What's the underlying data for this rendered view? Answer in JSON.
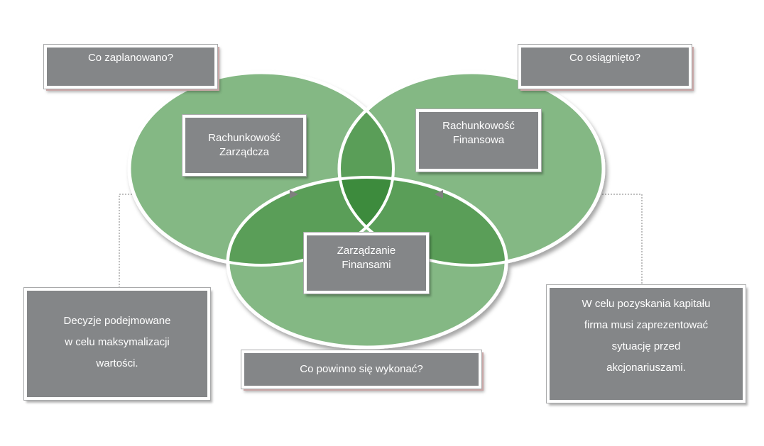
{
  "diagram": {
    "circles": {
      "management_accounting": {
        "label_line1": "Rachunkowość",
        "label_line2": "Zarządcza"
      },
      "financial_accounting": {
        "label_line1": "Rachunkowość",
        "label_line2": "Finansowa"
      },
      "financial_management": {
        "label_line1": "Zarządzanie",
        "label_line2": "Finansami"
      }
    },
    "questions": {
      "planned": "Co zaplanowano?",
      "achieved": "Co osiągnięto?",
      "to_do": "Co powinno się wykonać?"
    },
    "notes": {
      "left": {
        "line1": "Decyzje podejmowane",
        "line2": "w celu maksymalizacji",
        "line3": "wartości."
      },
      "right": {
        "line1": "W celu pozyskania kapitału",
        "line2": "firma musi zaprezentować",
        "line3": "sytuację przed",
        "line4": "akcjonariuszami."
      }
    },
    "colors": {
      "circle_fill": "#84b884",
      "overlap_fill": "#5a9e58",
      "center_fill": "#3d8b3d",
      "box_fill": "#848688",
      "connector": "#7f7f7f"
    }
  }
}
